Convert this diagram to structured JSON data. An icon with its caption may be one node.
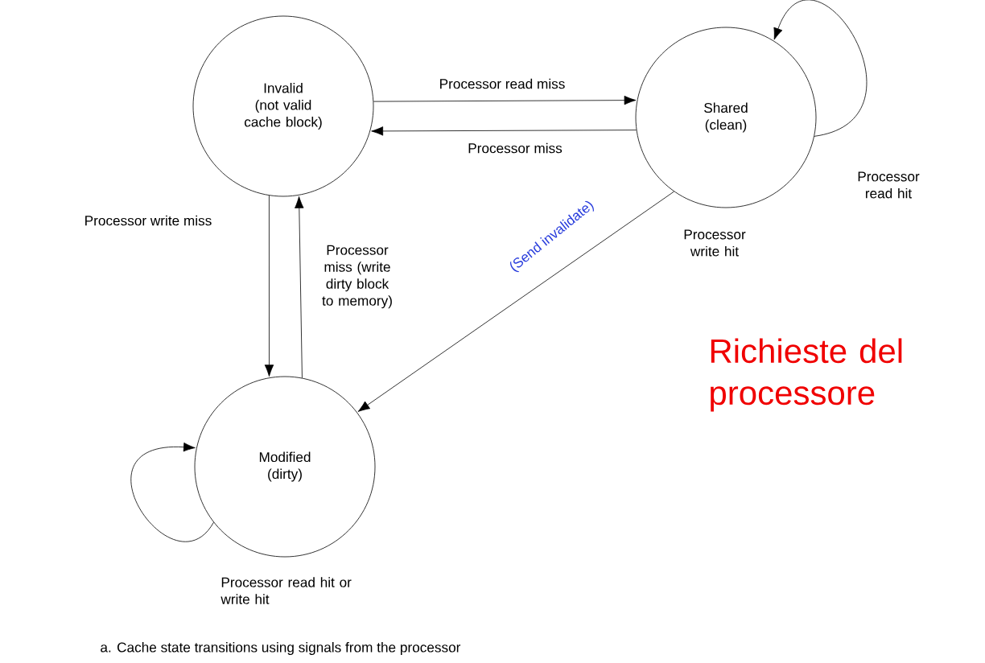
{
  "diagram": {
    "caption": "a. Cache state transitions using signals from the processor",
    "nodes": [
      {
        "text": [
          "Invalid (not valid cache block)"
        ]
      },
      {
        "text": [
          "Shared (clean)"
        ]
      },
      {
        "text": [
          "Modified (dirty)"
        ]
      }
    ],
    "edges": [
      {
        "from": 0,
        "to": 1,
        "arrow": "to",
        "label": "Processor read miss"
      },
      {
        "from": 1,
        "to": 0,
        "arrow": "to",
        "label": "Processor miss"
      },
      {
        "from": 1,
        "to": 1,
        "arrow": "to",
        "label": "Processor read hit"
      },
      {
        "from": 0,
        "to": 2,
        "arrow": "to",
        "label": "Processor write miss"
      },
      {
        "from": 2,
        "to": 0,
        "arrow": "to",
        "label": "Processor miss (write dirty block to memory)"
      },
      {
        "from": 1,
        "to": 2,
        "arrow": "to",
        "label": "Processor write hit"
      },
      {
        "from": 2,
        "to": 2,
        "arrow": "to",
        "label": "Processor read hit or write hit"
      }
    ],
    "labels": [
      "(Send invalidate)",
      "Richieste del processore"
    ]
  }
}
